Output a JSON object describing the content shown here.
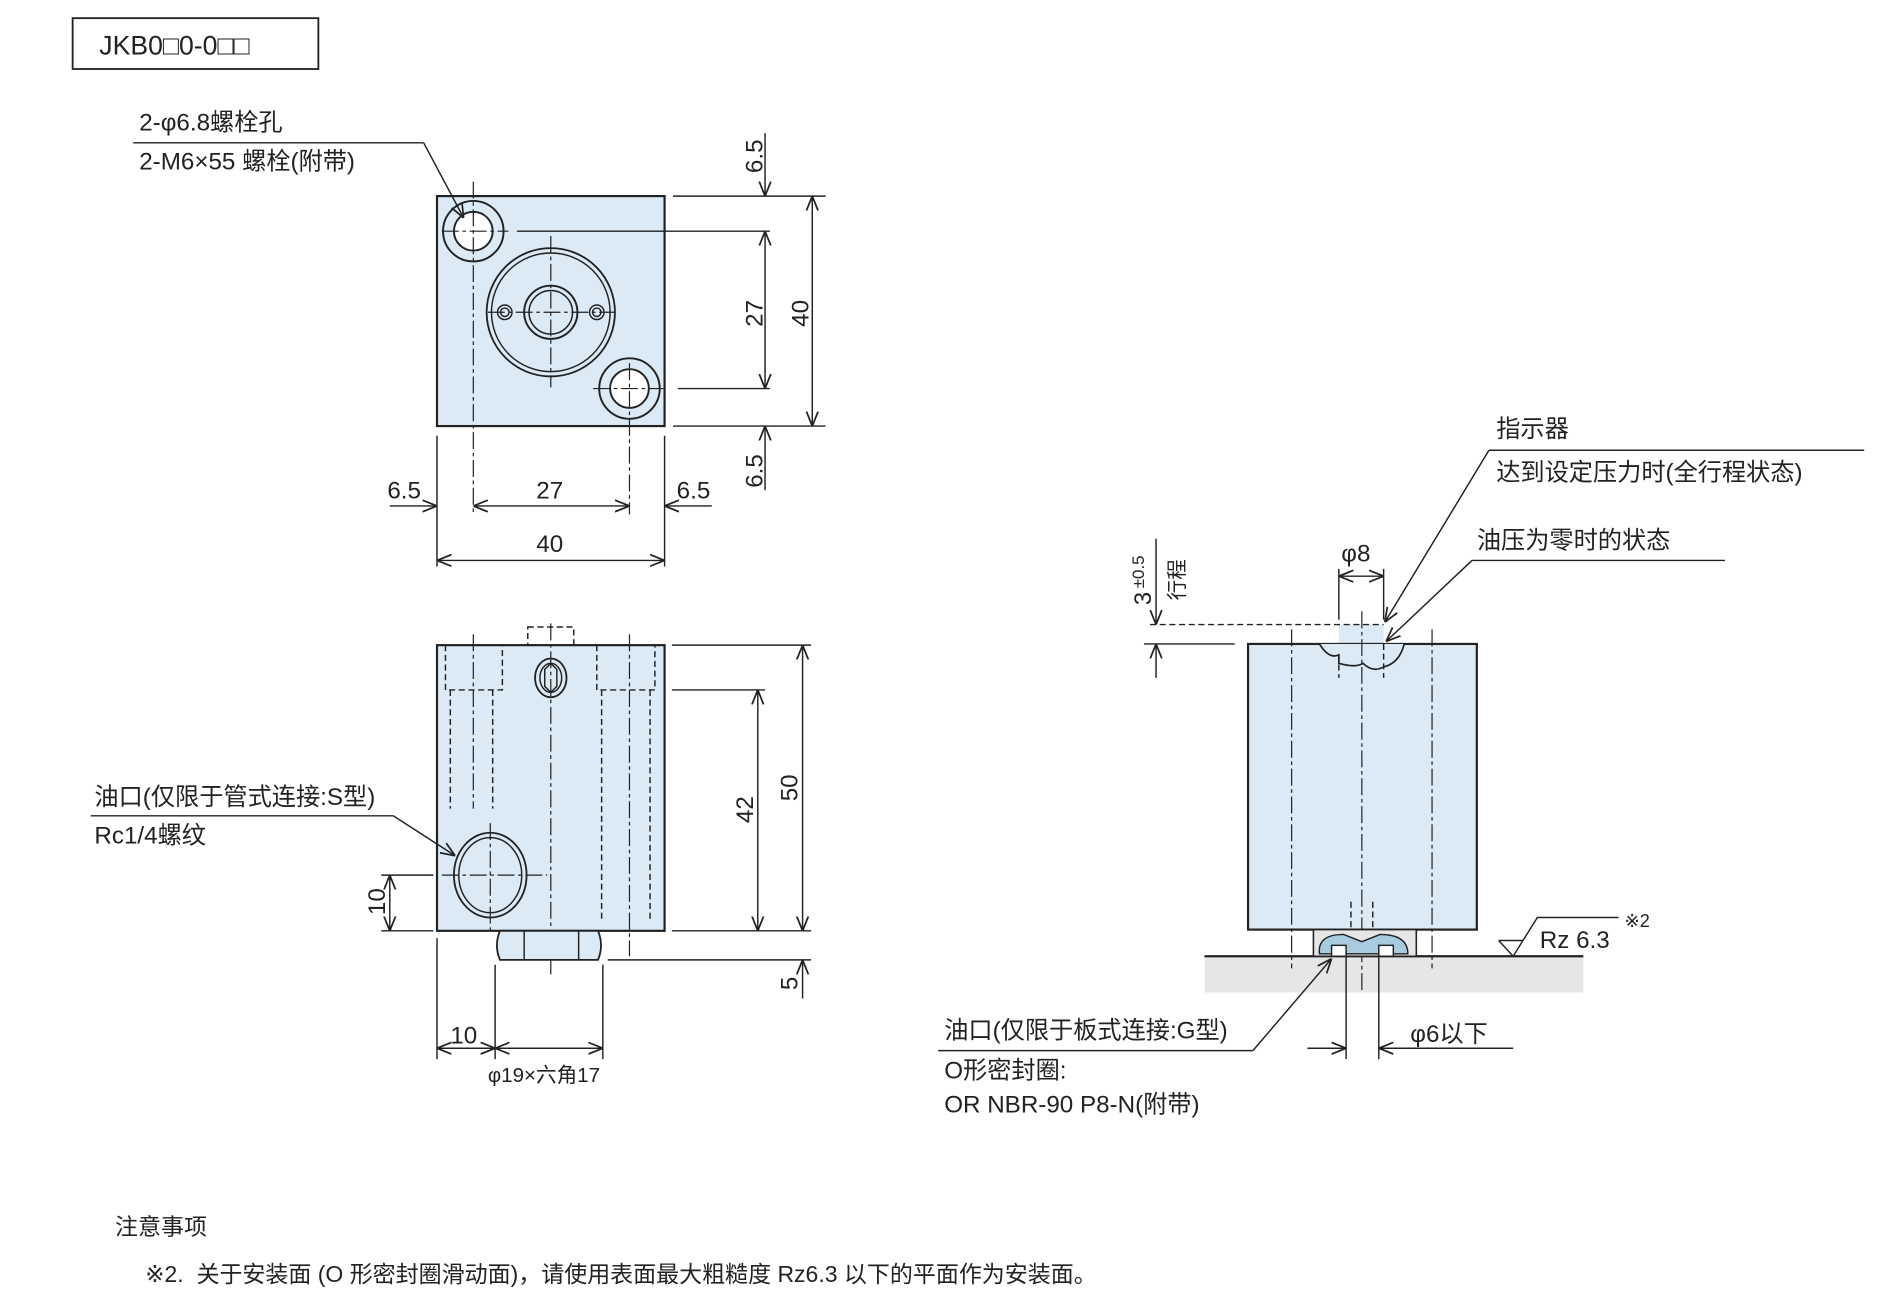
{
  "title_box": "JKB0□0-0□□",
  "top_view": {
    "leader_line1": "2-φ6.8螺栓孔",
    "leader_line2": "2-M6×55 螺栓(附带)",
    "dims": {
      "top_offset": "6.5",
      "pitch_v": "27",
      "height": "40",
      "bottom_offset": "6.5",
      "left_offset": "6.5",
      "pitch_h": "27",
      "right_offset": "6.5",
      "width": "40"
    }
  },
  "front_view": {
    "port_label": "油口(仅限于管式连接:S型)",
    "port_thread": "Rc1/4螺纹",
    "dims": {
      "h42": "42",
      "h50": "50",
      "nut": "5",
      "port_height": "10",
      "port_x": "10",
      "nut_size": "φ19×六角17"
    }
  },
  "side_view": {
    "indicator": "指示器",
    "full_stroke": "达到设定压力时(全行程状态)",
    "zero_pressure": "油压为零时的状态",
    "pin_dia": "φ8",
    "stroke_value": "3",
    "stroke_tol": "±0.5",
    "stroke_label": "行程",
    "roughness": "Rz 6.3",
    "roughness_note": "※2",
    "port_label": "油口(仅限于板式连接:G型)",
    "oring_label": "O形密封圈:",
    "oring_part": "OR NBR-90 P8-N(附带)",
    "hole_dia": "φ6以下"
  },
  "notes": {
    "heading": "注意事项",
    "items": [
      "※2.  关于安装面 (O 形密封圈滑动面)，请使用表面最大粗糙度 Rz6.3 以下的平面作为安装面。"
    ]
  }
}
